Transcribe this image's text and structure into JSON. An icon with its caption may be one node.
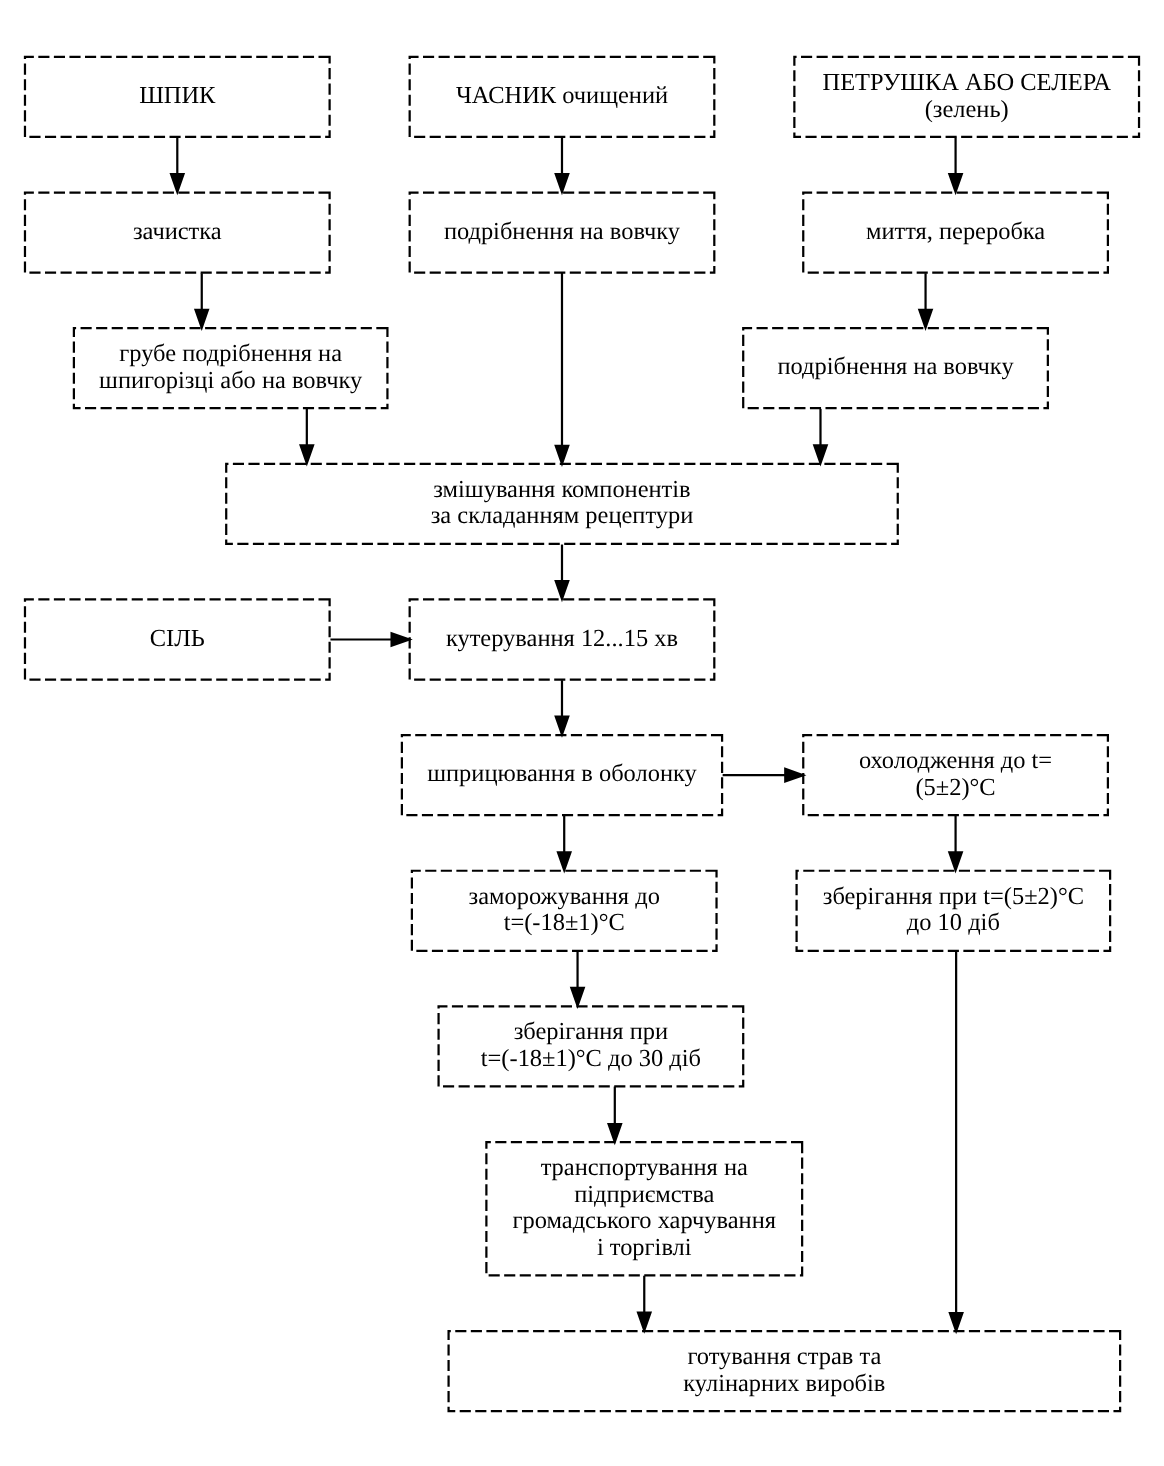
{
  "diagram": {
    "nodes": [
      {
        "text": [
          "ШПИК"
        ]
      },
      {
        "text": [
          "ЧАСНИК очищений"
        ]
      },
      {
        "text": [
          "ПЕТРУШКА АБО СЕЛЕРА (зелень)"
        ]
      },
      {
        "text": [
          "зачистка"
        ]
      },
      {
        "text": [
          "подрібнення на вовчку"
        ]
      },
      {
        "text": [
          "миття, переробка"
        ]
      },
      {
        "text": [
          "грубе подрібнення на шпигорізці або на вовчку"
        ]
      },
      {
        "text": [
          "подрібнення на вовчку"
        ]
      },
      {
        "text": [
          "змішування компонентів за складанням рецептури"
        ]
      },
      {
        "text": [
          "кутерування 12...15 хв"
        ]
      },
      {
        "text": [
          "СІЛЬ"
        ]
      },
      {
        "text": [
          "шприцювання в оболонку"
        ]
      },
      {
        "text": [
          "охолодження до t= (5±2)°C"
        ]
      },
      {
        "text": [
          "заморожування до t=(-18±1)°C"
        ]
      },
      {
        "text": [
          "зберігання при t=(5±2)°C до 10 діб"
        ]
      },
      {
        "text": [
          "зберігання при t=(-18±1)°C до 30 діб"
        ]
      },
      {
        "text": [
          "транспортування на підприємства громадського харчування і торгівлі"
        ]
      },
      {
        "text": [
          "готування страв та кулінарних виробів"
        ]
      }
    ],
    "edges": [
      {
        "from": 0,
        "to": 3,
        "arrow": "to"
      },
      {
        "from": 3,
        "to": 6,
        "arrow": "to"
      },
      {
        "from": 6,
        "to": 8,
        "arrow": "to"
      },
      {
        "from": 1,
        "to": 4,
        "arrow": "to"
      },
      {
        "from": 4,
        "to": 8,
        "arrow": "to"
      },
      {
        "from": 2,
        "to": 5,
        "arrow": "to"
      },
      {
        "from": 5,
        "to": 7,
        "arrow": "to"
      },
      {
        "from": 7,
        "to": 8,
        "arrow": "to"
      },
      {
        "from": 8,
        "to": 9,
        "arrow": "to"
      },
      {
        "from": 10,
        "to": 9,
        "arrow": "to"
      },
      {
        "from": 9,
        "to": 11,
        "arrow": "to"
      },
      {
        "from": 11,
        "to": 12,
        "arrow": "to"
      },
      {
        "from": 11,
        "to": 13,
        "arrow": "to"
      },
      {
        "from": 12,
        "to": 14,
        "arrow": "to"
      },
      {
        "from": 13,
        "to": 15,
        "arrow": "to"
      },
      {
        "from": 15,
        "to": 16,
        "arrow": "to"
      },
      {
        "from": 16,
        "to": 17,
        "arrow": "to"
      },
      {
        "from": 14,
        "to": 17,
        "arrow": "to"
      }
    ]
  }
}
